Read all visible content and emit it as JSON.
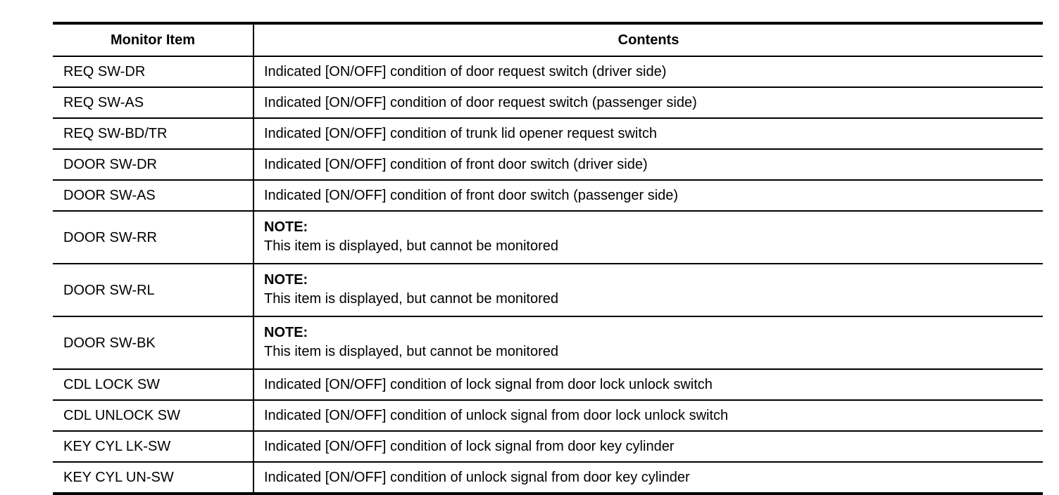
{
  "table": {
    "columns": [
      {
        "key": "monitor_item",
        "label": "Monitor Item",
        "align": "center"
      },
      {
        "key": "contents",
        "label": "Contents",
        "align": "center"
      }
    ],
    "note_title": "NOTE:",
    "note_body": "This item is displayed, but cannot be monitored",
    "rows": [
      {
        "monitor_item": "REQ SW-DR",
        "contents": "Indicated [ON/OFF] condition of door request switch (driver side)",
        "type": "text"
      },
      {
        "monitor_item": "REQ SW-AS",
        "contents": "Indicated [ON/OFF] condition of door request switch (passenger side)",
        "type": "text"
      },
      {
        "monitor_item": "REQ SW-BD/TR",
        "contents": "Indicated [ON/OFF] condition of trunk lid opener request switch",
        "type": "text"
      },
      {
        "monitor_item": "DOOR SW-DR",
        "contents": "Indicated [ON/OFF] condition of front door switch (driver side)",
        "type": "text"
      },
      {
        "monitor_item": "DOOR SW-AS",
        "contents": "Indicated [ON/OFF] condition of front door switch (passenger side)",
        "type": "text"
      },
      {
        "monitor_item": "DOOR SW-RR",
        "note_title": "NOTE:",
        "note_body": "This item is displayed, but cannot be monitored",
        "type": "note"
      },
      {
        "monitor_item": "DOOR SW-RL",
        "note_title": "NOTE:",
        "note_body": "This item is displayed, but cannot be monitored",
        "type": "note"
      },
      {
        "monitor_item": "DOOR SW-BK",
        "note_title": "NOTE:",
        "note_body": "This item is displayed, but cannot be monitored",
        "type": "note"
      },
      {
        "monitor_item": "CDL LOCK SW",
        "contents": "Indicated [ON/OFF] condition of lock signal from door lock unlock switch",
        "type": "text"
      },
      {
        "monitor_item": "CDL UNLOCK SW",
        "contents": "Indicated [ON/OFF] condition of unlock signal from door lock unlock switch",
        "type": "text"
      },
      {
        "monitor_item": "KEY CYL LK-SW",
        "contents": "Indicated [ON/OFF] condition of lock signal from door key cylinder",
        "type": "text"
      },
      {
        "monitor_item": "KEY CYL UN-SW",
        "contents": "Indicated [ON/OFF] condition of unlock signal from door key cylinder",
        "type": "text"
      }
    ]
  },
  "colors": {
    "rule": "#000000",
    "text": "#000000",
    "background": "#ffffff"
  }
}
